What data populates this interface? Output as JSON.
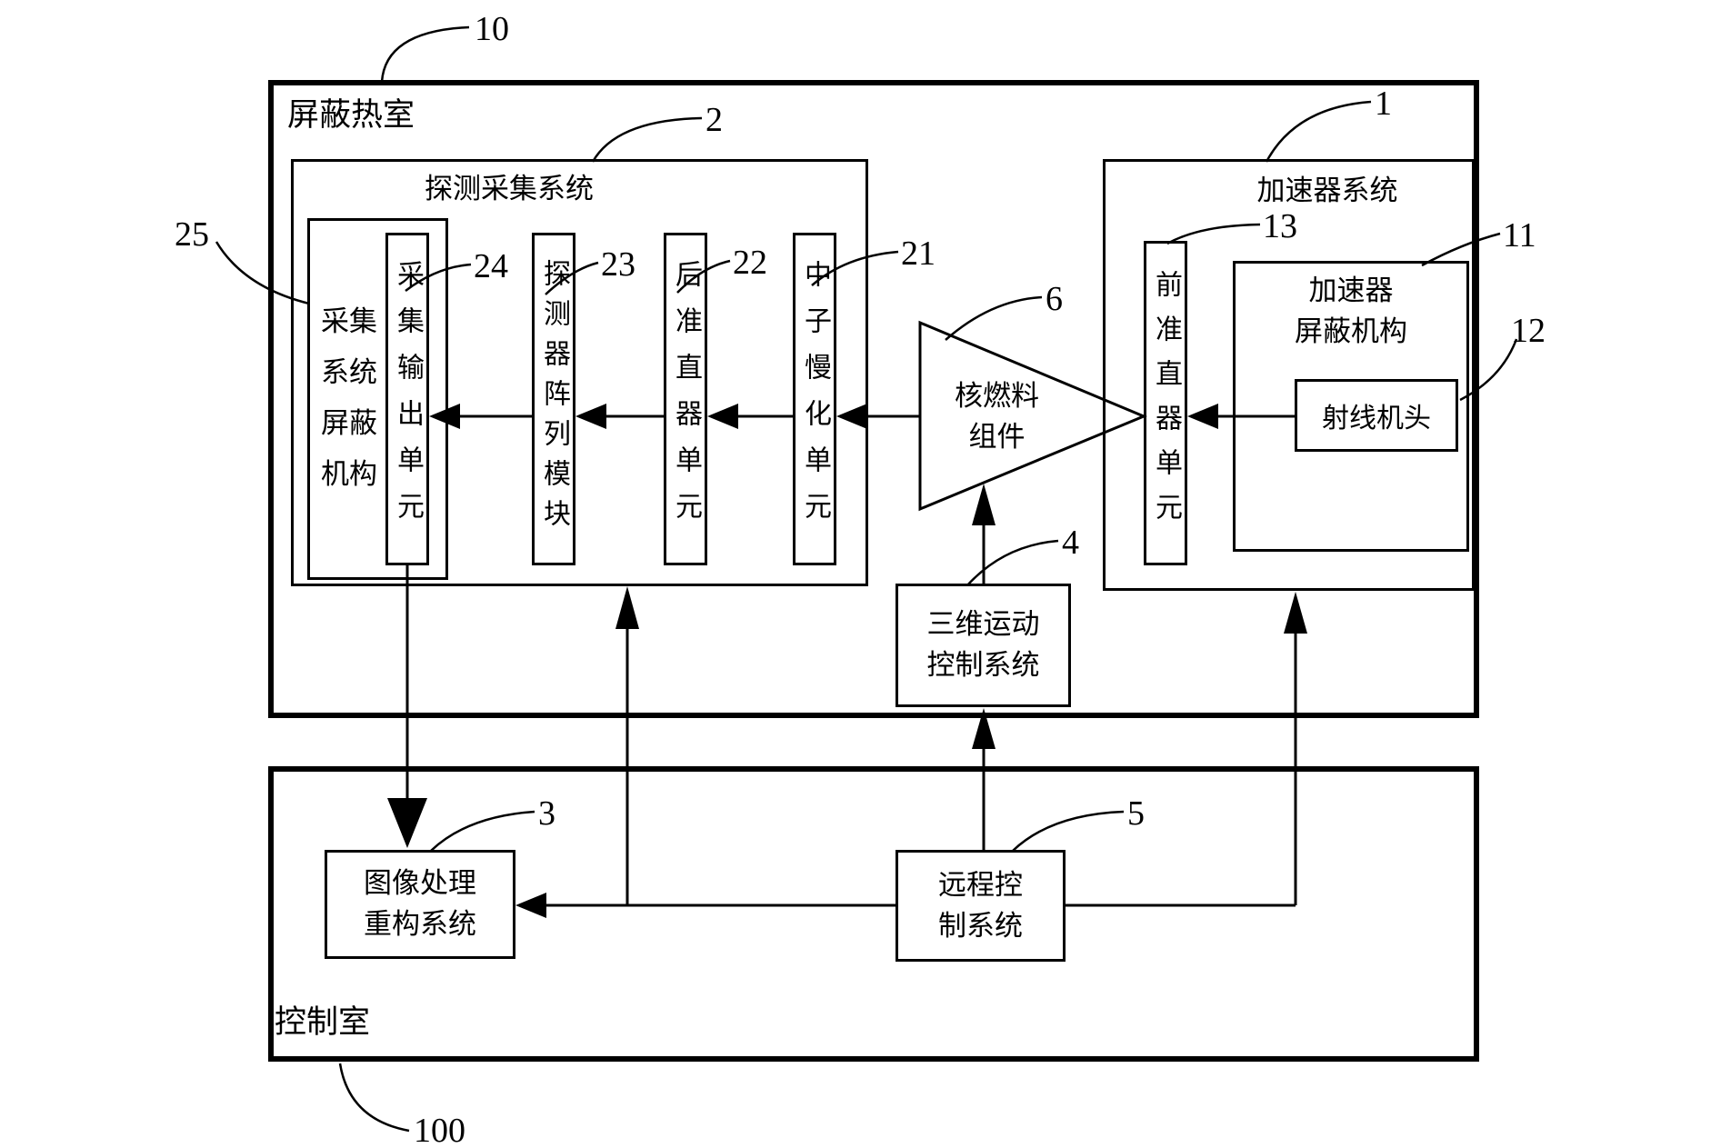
{
  "figure": {
    "hot_cell": {
      "label": "屏蔽热室",
      "ref": "10"
    },
    "control_room": {
      "label": "控制室",
      "ref": "100"
    },
    "detection_system": {
      "label": "探测采集系统",
      "ref": "2"
    },
    "accelerator_system": {
      "label": "加速器系统",
      "ref": "1"
    },
    "acquisition_shield": {
      "label": "采集\n系统\n屏蔽\n机构",
      "ref": "25"
    },
    "acquisition_output": {
      "label": "采集输出单元",
      "ref": "24"
    },
    "detector_array": {
      "label": "探测器阵列模块",
      "ref": "23"
    },
    "rear_collimator": {
      "label": "后准直器单元",
      "ref": "22"
    },
    "neutron_moderator": {
      "label": "中子慢化单元",
      "ref": "21"
    },
    "fuel_assembly": {
      "label": "核燃料\n组件",
      "ref": "6"
    },
    "front_collimator": {
      "label": "前准直器单元",
      "ref": "13"
    },
    "accelerator_shield": {
      "label": "加速器\n屏蔽机构",
      "ref": "11"
    },
    "ray_head": {
      "label": "射线机头",
      "ref": "12"
    },
    "motion_control": {
      "label": "三维运动\n控制系统",
      "ref": "4"
    },
    "image_processing": {
      "label": "图像处理\n重构系统",
      "ref": "3"
    },
    "remote_control": {
      "label": "远程控\n制系统",
      "ref": "5"
    },
    "colors": {
      "line": "#000000",
      "background": "#ffffff"
    }
  }
}
